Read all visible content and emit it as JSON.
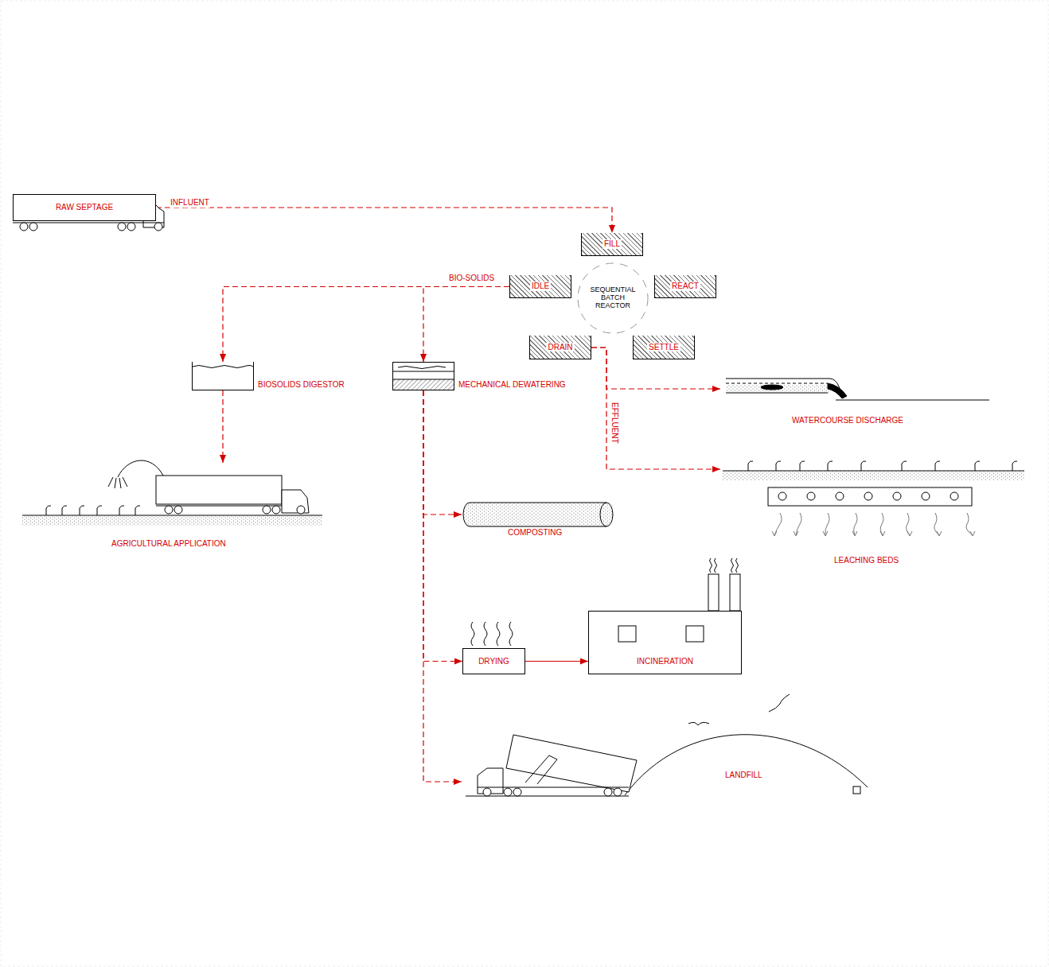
{
  "diagram": {
    "nodes": [
      {
        "text": [
          "RAW SEPTAGE"
        ]
      },
      {
        "text": [
          "FILL"
        ]
      },
      {
        "text": [
          "IDLE"
        ]
      },
      {
        "text": [
          "SEQUENTIAL BATCH REACTOR"
        ]
      },
      {
        "text": [
          "REACT"
        ]
      },
      {
        "text": [
          "DRAIN"
        ]
      },
      {
        "text": [
          "SETTLE"
        ]
      },
      {
        "text": [
          "BIOSOLIDS DIGESTOR"
        ]
      },
      {
        "text": [
          "MECHANICAL DEWATERING"
        ]
      },
      {
        "text": [
          "WATERCOURSE DISCHARGE"
        ]
      },
      {
        "text": [
          "COMPOSTING"
        ]
      },
      {
        "text": [
          "AGRICULTURAL APPLICATION"
        ]
      },
      {
        "text": [
          "LEACHING BEDS"
        ]
      },
      {
        "text": [
          "DRYING"
        ]
      },
      {
        "text": [
          "INCINERATION"
        ]
      },
      {
        "text": [
          "LANDFILL"
        ]
      }
    ],
    "edges": [
      {
        "from": 0,
        "to": 1,
        "arrow": "to",
        "label": "INFLUENT"
      },
      {
        "from": 2,
        "to": 7,
        "arrow": "to",
        "label": "BIO-SOLIDS"
      },
      {
        "from": 2,
        "to": 8,
        "arrow": "to"
      },
      {
        "from": 7,
        "to": 11,
        "arrow": "to"
      },
      {
        "from": 5,
        "to": 9,
        "arrow": "to",
        "label": "EFFLUENT"
      },
      {
        "from": 5,
        "to": 12,
        "arrow": "to"
      },
      {
        "from": 8,
        "to": 10,
        "arrow": "to"
      },
      {
        "from": 8,
        "to": 13,
        "arrow": "to"
      },
      {
        "from": 8,
        "to": 15,
        "arrow": "to"
      },
      {
        "from": 13,
        "to": 14,
        "arrow": "to"
      }
    ]
  }
}
